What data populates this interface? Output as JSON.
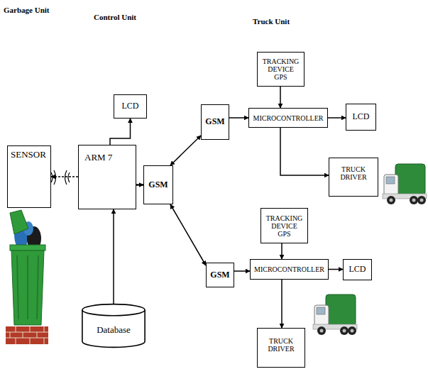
{
  "diagram": {
    "nodes": [
      {
        "text": [
          "SENSOR"
        ]
      },
      {
        "text": [
          "ARM 7"
        ]
      },
      {
        "text": [
          "LCD"
        ]
      },
      {
        "text": [
          "Database"
        ]
      },
      {
        "text": [
          "GSM"
        ]
      },
      {
        "text": [
          "TRACKING DEVICE GPS"
        ]
      },
      {
        "text": [
          "GSM"
        ]
      },
      {
        "text": [
          "MICROCONTROLLER"
        ]
      },
      {
        "text": [
          "LCD"
        ]
      },
      {
        "text": [
          "TRUCK DRIVER"
        ]
      },
      {
        "text": [
          "TRACKING DEVICE GPS"
        ]
      },
      {
        "text": [
          "GSM"
        ]
      },
      {
        "text": [
          "MICROCONTROLLER"
        ]
      },
      {
        "text": [
          "LCD"
        ]
      },
      {
        "text": [
          "TRUCK DRIVER"
        ]
      }
    ],
    "edges": [
      {
        "from": 1,
        "to": 0,
        "arrow": "to"
      },
      {
        "from": 1,
        "to": 2,
        "arrow": "to"
      },
      {
        "from": 3,
        "to": 1,
        "arrow": "to"
      },
      {
        "from": 1,
        "to": 4,
        "arrow": "to"
      },
      {
        "from": 4,
        "to": 6,
        "arrow": "both"
      },
      {
        "from": 4,
        "to": 11,
        "arrow": "both"
      },
      {
        "from": 6,
        "to": 7,
        "arrow": "to"
      },
      {
        "from": 7,
        "to": 8,
        "arrow": "to"
      },
      {
        "from": 5,
        "to": 7,
        "arrow": "to"
      },
      {
        "from": 7,
        "to": 9,
        "arrow": "to"
      },
      {
        "from": 11,
        "to": 12,
        "arrow": "to"
      },
      {
        "from": 12,
        "to": 13,
        "arrow": "to"
      },
      {
        "from": 10,
        "to": 12,
        "arrow": "to"
      },
      {
        "from": 12,
        "to": 14,
        "arrow": "to"
      }
    ],
    "labels": [
      "Garbage Unit",
      "Control Unit",
      "Truck Unit"
    ]
  }
}
